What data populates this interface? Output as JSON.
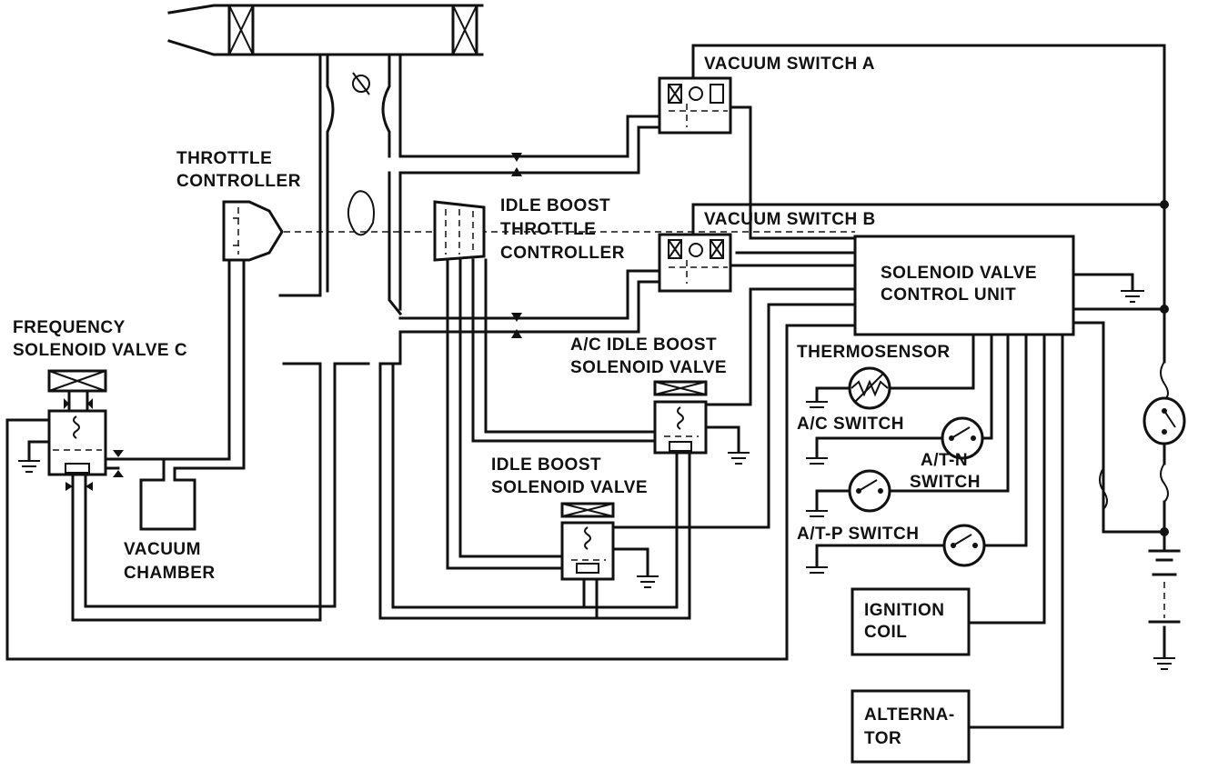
{
  "labels": {
    "vacuum_switch_a": "VACUUM SWITCH A",
    "vacuum_switch_b": "VACUUM SWITCH B",
    "throttle_controller": [
      "THROTTLE",
      "CONTROLLER"
    ],
    "idle_boost_throttle_controller": [
      "IDLE BOOST",
      "THROTTLE",
      "CONTROLLER"
    ],
    "solenoid_valve_control_unit": [
      "SOLENOID VALVE",
      "CONTROL UNIT"
    ],
    "frequency_solenoid_valve_c": [
      "FREQUENCY",
      "SOLENOID VALVE C"
    ],
    "ac_idle_boost_solenoid_valve": [
      "A/C IDLE BOOST",
      "SOLENOID VALVE"
    ],
    "thermosensor": "THERMOSENSOR",
    "ac_switch": "A/C SWITCH",
    "at_n_switch": [
      "A/T-N",
      "SWITCH"
    ],
    "at_p_switch": "A/T-P SWITCH",
    "idle_boost_solenoid_valve": [
      "IDLE BOOST",
      "SOLENOID VALVE"
    ],
    "vacuum_chamber": [
      "VACUUM",
      "CHAMBER"
    ],
    "ignition_coil": [
      "IGNITION",
      "COIL"
    ],
    "alternator": [
      "ALTERNA-",
      "TOR"
    ]
  }
}
